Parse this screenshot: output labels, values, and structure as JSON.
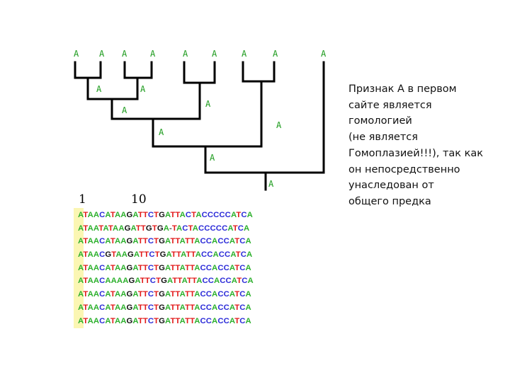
{
  "tree": {
    "label_color": "#1a9a1a",
    "leaf_labels": [
      "A",
      "A",
      "A",
      "A",
      "A",
      "A",
      "A",
      "A",
      "A"
    ],
    "internal_labels": [
      "A",
      "A",
      "A",
      "A",
      "A",
      "A",
      "A",
      "A"
    ]
  },
  "alignment": {
    "position_labels": [
      "1",
      "10"
    ],
    "highlight_color": "#fbf6b3",
    "base_colors": {
      "A": "#2db02d",
      "T": "#e21b1b",
      "C": "#2b2bd8",
      "G": "#111111",
      "-": "#555555"
    },
    "sequences": [
      "ATAACATAAGATTCTGATTACTACCCCCATCA",
      "ATAATATAAGATTGTGA-TACTACCCCCATCA",
      "ATAACATAAGATTCTGATTATTACCACCATCA",
      "ATAACGTAAGATTCTGATTATTACCACCATCA",
      "ATAACATAAGATTCTGATTATTACCACCATCA",
      "ATAACAAAAGATTCTGATTATTACCACCATCA",
      "ATAACATAAGATTCTGATTATTACCACCATCA",
      "ATAACATAAGATTCTGATTATTACCACCATCA",
      "ATAACATAAGATTCTGATTATTACCACCATCA"
    ]
  },
  "note": {
    "lines": [
      "Признак А в первом",
      "сайте является",
      "гомологией",
      "(не является",
      "Гомоплазией!!!), так как",
      "он непосредственно",
      "унаследован от",
      "общего предка"
    ]
  }
}
